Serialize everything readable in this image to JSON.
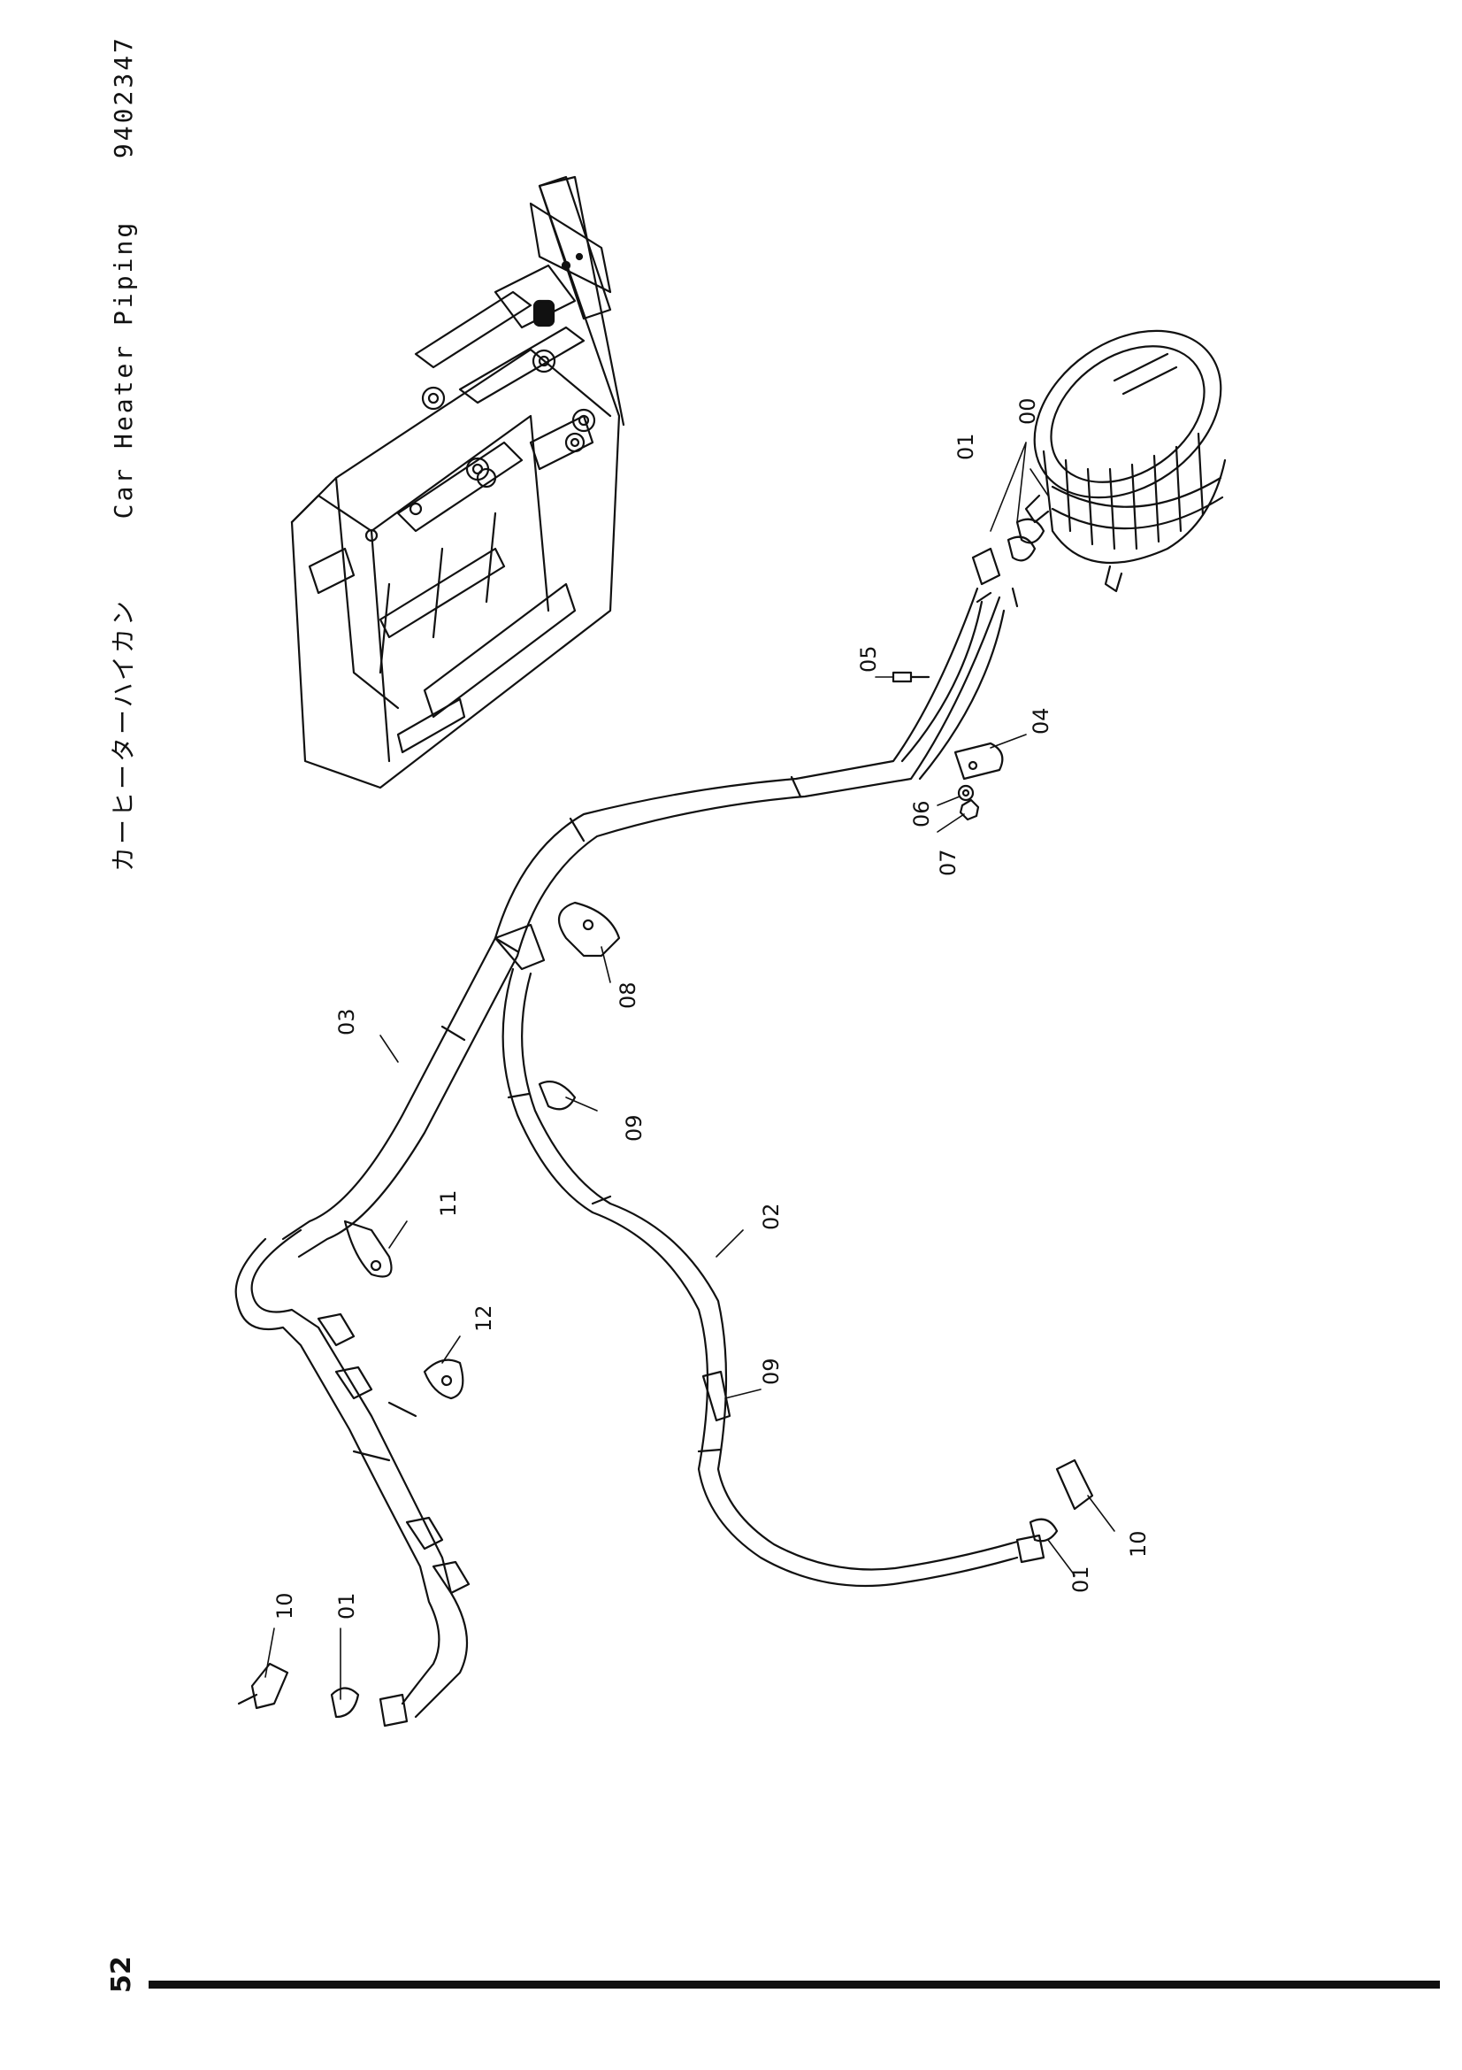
{
  "header": {
    "title_jp": "カーヒーターハイカン",
    "title_en": "Car Heater Piping",
    "part_no": "9402347"
  },
  "page_number": "52",
  "callouts": {
    "c00": "00",
    "c01a": "01",
    "c01b": "01",
    "c01c": "01",
    "c02": "02",
    "c03": "03",
    "c04": "04",
    "c05": "05",
    "c06": "06",
    "c07": "07",
    "c08": "08",
    "c09a": "09",
    "c09b": "09",
    "c10a": "10",
    "c10b": "10",
    "c11": "11",
    "c12": "12"
  }
}
